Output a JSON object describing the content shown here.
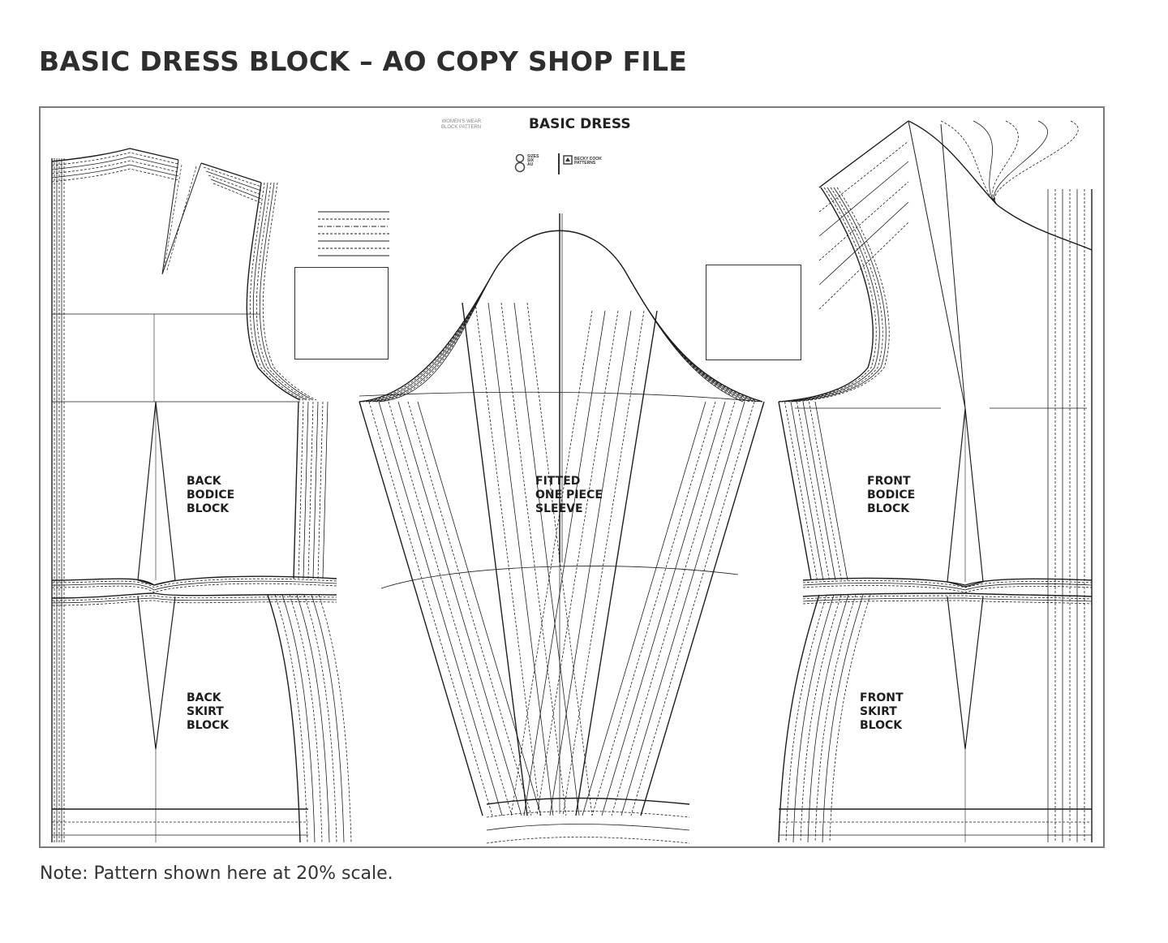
{
  "page": {
    "title": "BASIC DRESS BLOCK – AO COPY SHOP FILE",
    "note": "Note: Pattern shown here at 20% scale."
  },
  "sheet": {
    "title": "BASIC DRESS",
    "subtitle": "WOMEN'S WEAR\nBLOCK PATTERN",
    "logo_left": "SIZES\nSIX\nAU",
    "logo_right": "BECKY COOK\nPATTERNS"
  },
  "pieces": {
    "back_bodice": "BACK\nBODICE\nBLOCK",
    "back_skirt": "BACK\nSKIRT\nBLOCK",
    "sleeve": "FITTED\nONE PIECE\nSLEEVE",
    "front_bodice": "FRONT\nBODICE\nBLOCK",
    "front_skirt": "FRONT\nSKIRT\nBLOCK"
  },
  "colors": {
    "ink": "#1e1e1e",
    "frame": "#7a7a7a",
    "text": "#2e2e2e"
  }
}
